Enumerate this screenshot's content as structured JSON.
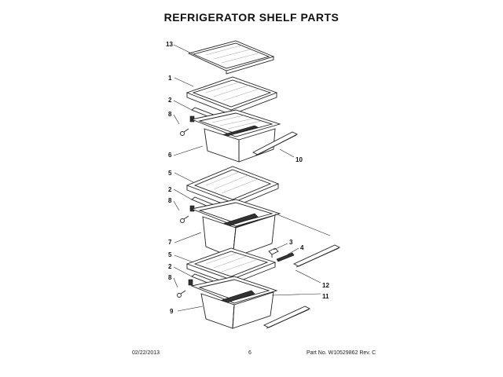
{
  "title": "REFRIGERATOR SHELF PARTS",
  "callouts": {
    "c13": "13",
    "c1": "1",
    "c2a": "2",
    "c8a": "8",
    "c6": "6",
    "c10": "10",
    "c5a": "5",
    "c2b": "2",
    "c8b": "8",
    "c7": "7",
    "c3": "3",
    "c4": "4",
    "c5b": "5",
    "c2c": "2",
    "c8c": "8",
    "c12": "12",
    "c11": "11",
    "c9": "9"
  },
  "footer": {
    "date": "02/22/2013",
    "page": "6",
    "part_no": "Part No. W10529862  Rev. C"
  }
}
